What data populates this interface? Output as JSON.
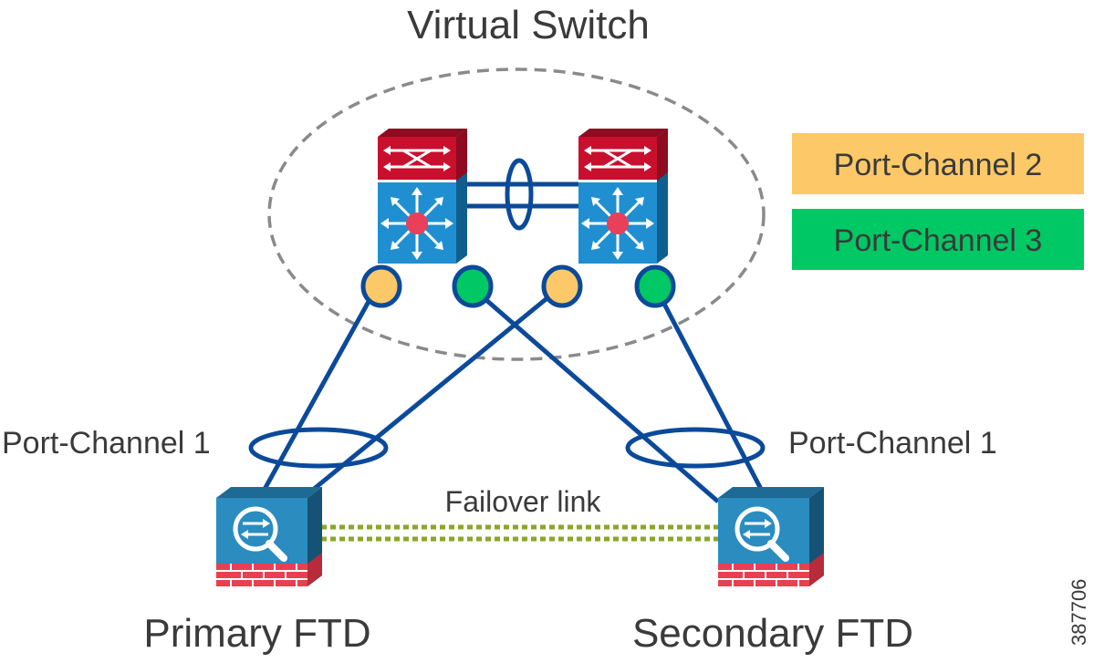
{
  "diagram": {
    "title": "Virtual Switch",
    "legend": [
      {
        "label": "Port-Channel 2",
        "color": "#fdc968"
      },
      {
        "label": "Port-Channel 3",
        "color": "#00c864"
      }
    ],
    "left_port_channel": "Port-Channel 1",
    "right_port_channel": "Port-Channel 1",
    "failover_label": "Failover link",
    "primary_label": "Primary FTD",
    "secondary_label": "Secondary FTD",
    "figure_id": "387706",
    "colors": {
      "link": "#0b4a9a",
      "switch_top": "#c8102e",
      "switch_body": "#1f8fd1",
      "firewall_body": "#2a8cbf",
      "firewall_brick": "#e8404f",
      "failover": "#8aa62a",
      "orange_port": "#fdc968",
      "green_port": "#00c864",
      "dashed_ellipse": "#8a8a8a"
    },
    "icons": [
      "switch-icon",
      "firewall-icon"
    ]
  }
}
